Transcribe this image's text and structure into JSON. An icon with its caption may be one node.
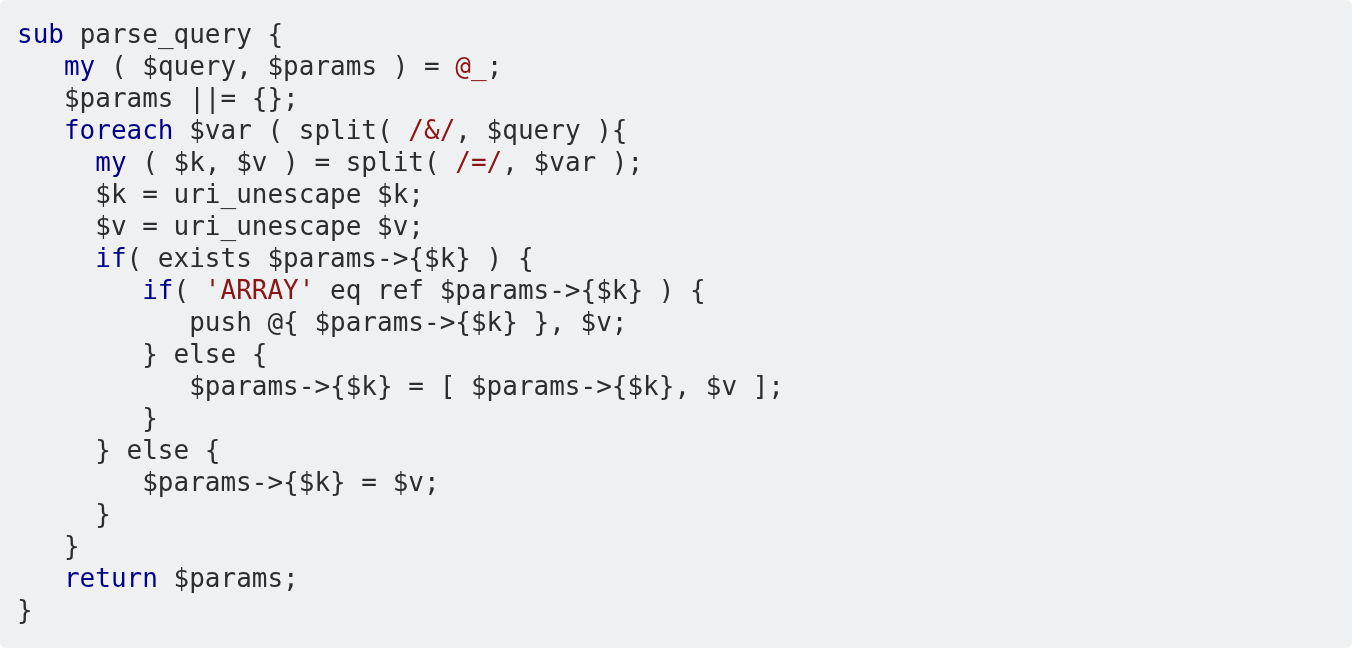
{
  "diagram": {
    "labels": [
      "sub",
      "parse_query {",
      "my",
      "( $query, $params ) =",
      "@_",
      ";",
      "$params ||= {};",
      "foreach",
      "$var ( split(",
      "/&/",
      ", $query ){",
      "my",
      "( $k, $v ) = split(",
      "/=/",
      ", $var );",
      "$k = uri_unescape $k;",
      "$v = uri_unescape $v;",
      "if",
      "( exists $params->{$k} ) {",
      "if",
      "(",
      "'ARRAY'",
      "eq ref $params->{$k} ) {",
      "push @{ $params->{$k} }, $v;",
      "} else {",
      "$params->{$k} = [ $params->{$k}, $v ];",
      "}",
      "} else {",
      "$params->{$k} = $v;",
      "}",
      "}",
      "return",
      "$params;",
      "}"
    ]
  }
}
